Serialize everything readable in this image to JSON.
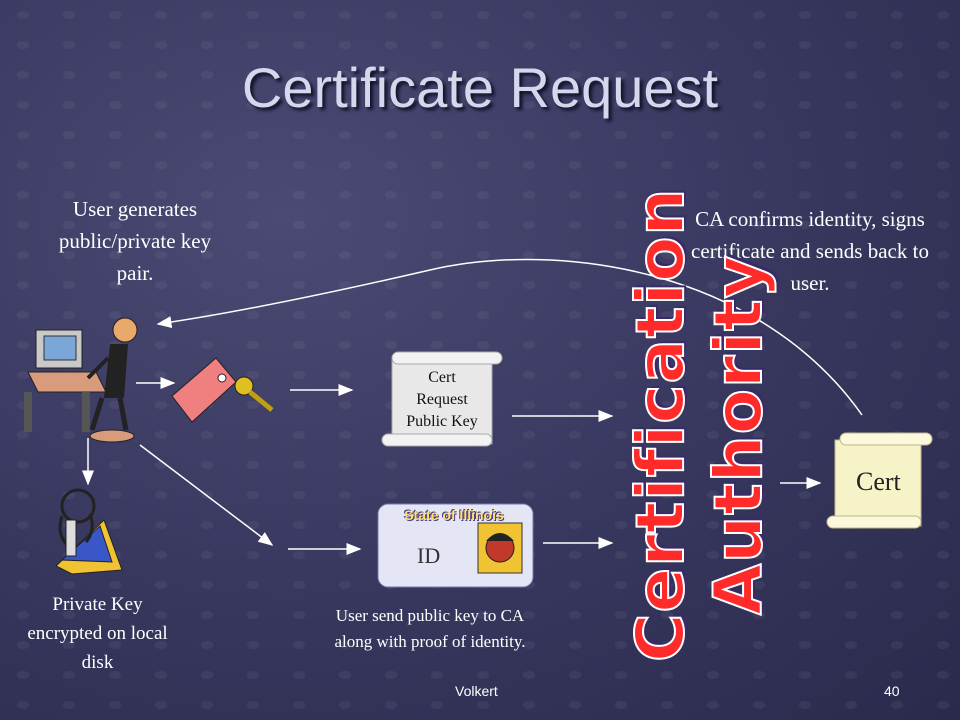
{
  "slide": {
    "title": "Certificate Request",
    "user_caption": "User generates public/private key pair.",
    "ca_caption": "CA confirms identity, signs certificate and sends back to user.",
    "private_key_caption": "Private Key encrypted on local disk",
    "send_caption": "User send public key to CA along with proof of identity.",
    "cert_request": [
      "Cert",
      "Request",
      "Public Key"
    ],
    "id_card": {
      "header": "State of Illinois",
      "label": "ID"
    },
    "ca_label": [
      "Certification",
      "Authority"
    ],
    "cert_label": "Cert",
    "footer_author": "Volkert",
    "page_number": "40"
  },
  "colors": {
    "background": "#3a3a62",
    "ca_text": "#ff2a2a",
    "scroll": "#f7f3c9",
    "arrow": "#ffffff"
  },
  "icons": [
    "computer-user-icon",
    "key-tag-icon",
    "keychain-icon",
    "id-photo-icon"
  ]
}
